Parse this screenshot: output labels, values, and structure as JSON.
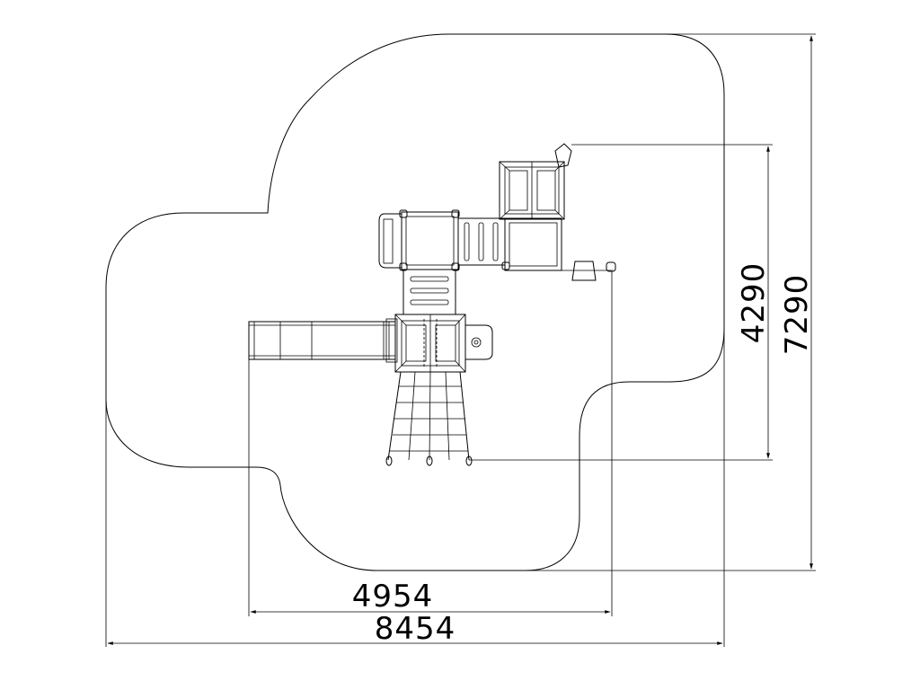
{
  "dimensions": {
    "equipment_width": "4954",
    "overall_width": "8454",
    "equipment_depth": "4290",
    "overall_depth": "7290"
  }
}
